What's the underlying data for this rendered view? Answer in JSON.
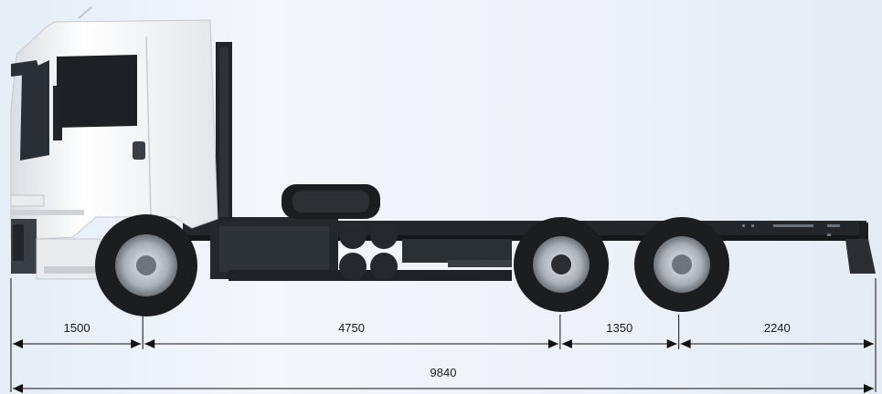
{
  "diagram": {
    "segments": [
      {
        "label": "1500",
        "value": 1500
      },
      {
        "label": "4750",
        "value": 4750
      },
      {
        "label": "1350",
        "value": 1350
      },
      {
        "label": "2240",
        "value": 2240
      }
    ],
    "total": {
      "label": "9840",
      "value": 9840
    }
  },
  "colors": {
    "cab": "#f4f5f7",
    "chassis": "#1e2226",
    "tire": "#1b1d20",
    "rim": "#b9bec4",
    "dimension_line": "#111111"
  }
}
